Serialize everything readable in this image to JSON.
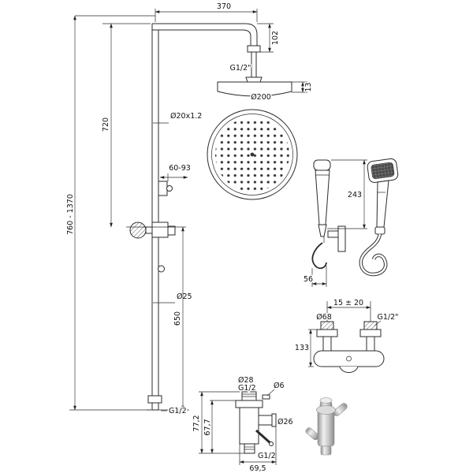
{
  "sheet": {
    "description": "Technical dimensional drawing of a shower column system with overhead rain shower, hand shower, wall mixer and diverter",
    "colors": {
      "line": "#2b2b2b",
      "background": "#ffffff"
    }
  },
  "dims": {
    "arm_length": "370",
    "arm_drop": "102",
    "head_thread": "G1/2\"",
    "head_diameter": "Ø200",
    "head_thickness": "13",
    "upper_height": "720",
    "pipe_spec": "Ø20x1.2",
    "slider_range": "60-93",
    "total_height": "760 - 1370",
    "pipe_diameter": "Ø25",
    "lower_height": "650",
    "column_thread": "G1/2",
    "handshower_length": "243",
    "holder_depth": "56",
    "valve_spacing": "15 ± 20",
    "escutcheon_diameter": "Ø68",
    "valve_thread": "G1/2\"",
    "valve_height": "133",
    "diverter_top_diameter": "Ø28",
    "diverter_top_thread": "G1/2",
    "pin_diameter": "Ø6",
    "diverter_height_outer": "77,2",
    "diverter_height_inner": "67,7",
    "diverter_body_diameter": "Ø26",
    "diverter_bottom_thread": "G1/2",
    "diverter_width": "69,5"
  }
}
